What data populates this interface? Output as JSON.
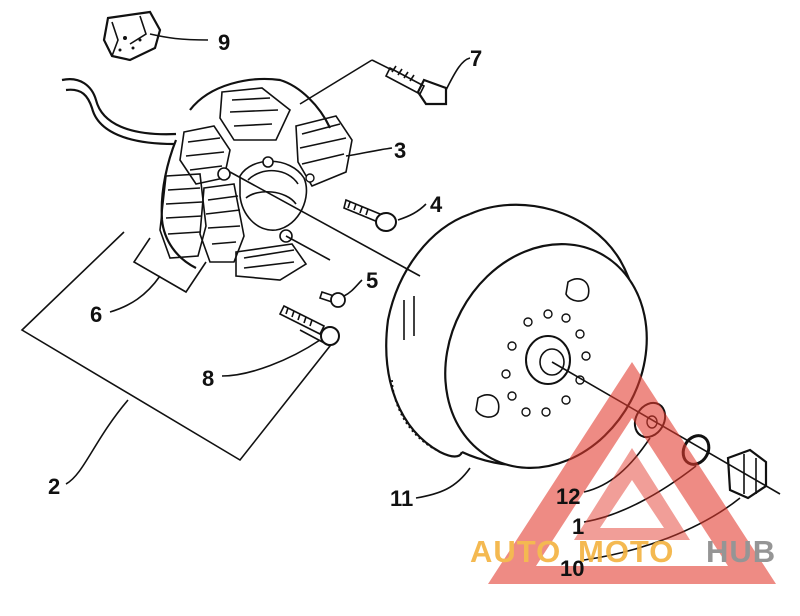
{
  "callouts": {
    "n1": "1",
    "n2": "2",
    "n3": "3",
    "n4": "4",
    "n5": "5",
    "n6": "6",
    "n7": "7",
    "n8": "8",
    "n9": "9",
    "n10": "10",
    "n11": "11",
    "n12": "12"
  },
  "watermark": {
    "part1": "AUTO",
    "part2": "MOTO",
    "part3": "HUB",
    "color_orange": "#f3b23f",
    "color_gray": "#8a8a8a",
    "color_red": "#e23a2e"
  }
}
